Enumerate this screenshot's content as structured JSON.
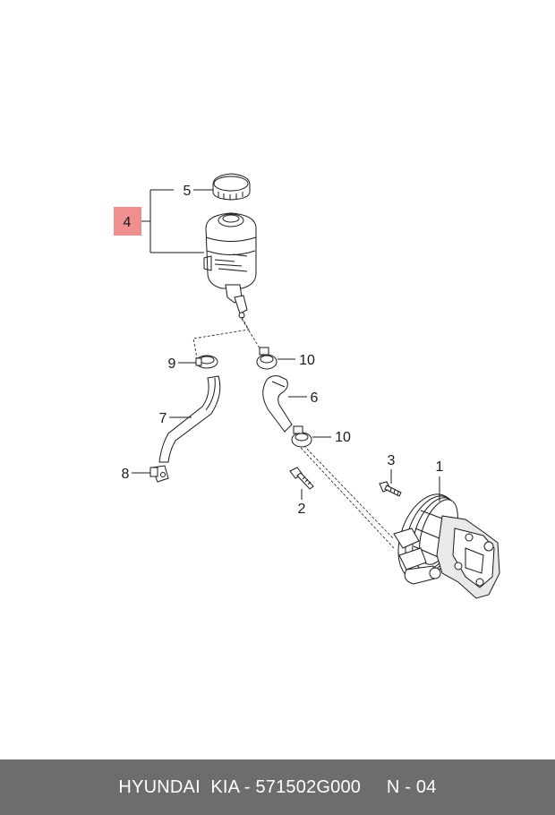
{
  "callouts": {
    "c1": "1",
    "c2": "2",
    "c3": "3",
    "c4": "4",
    "c5": "5",
    "c6": "6",
    "c7": "7",
    "c8": "8",
    "c9": "9",
    "c10a": "10",
    "c10b": "10"
  },
  "highlight_color": "#ef8f8f",
  "footer": {
    "text": "HYUNDAI  KIA - 571502G000     N - 04",
    "background": "#6d6d6d"
  }
}
